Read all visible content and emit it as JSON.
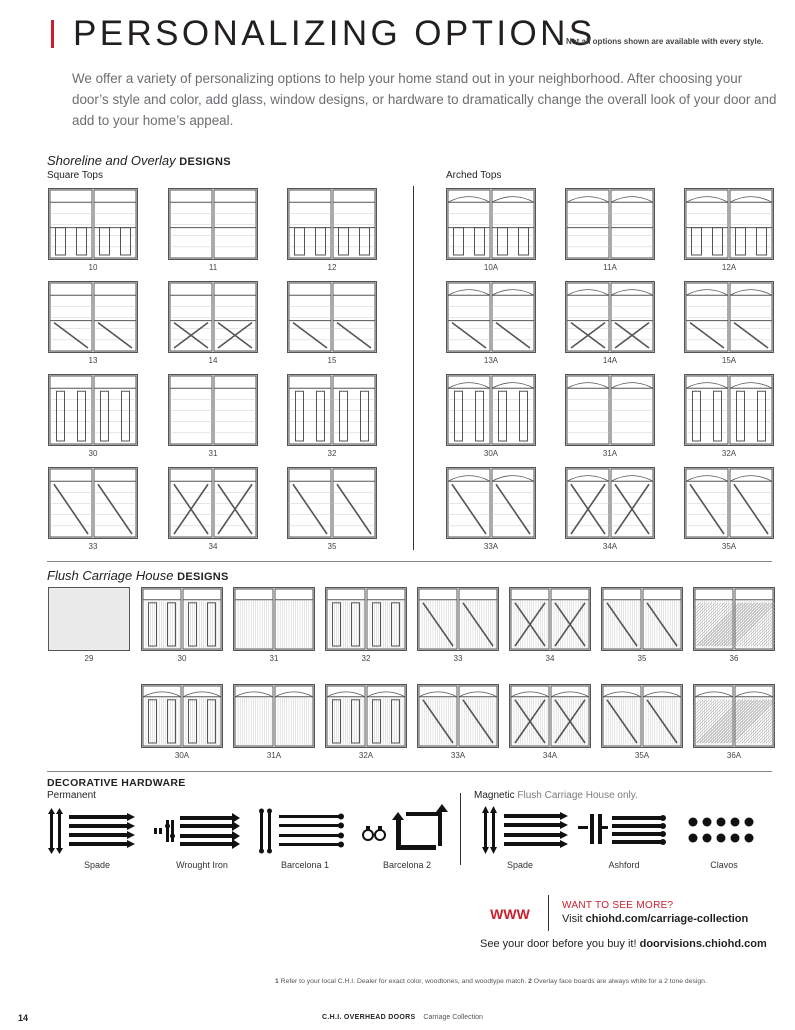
{
  "header": {
    "title": "PERSONALIZING OPTIONS",
    "note": "Not all options shown are available with every style.",
    "intro": "We offer a variety of personalizing options to help your home stand out in your neighborhood. After choosing your door’s style and color, add glass, window designs, or hardware to dramatically change the overall look of your door and add to your home’s appeal."
  },
  "colors": {
    "accent": "#c8202f",
    "text": "#231f20",
    "muted": "#6d6e71"
  },
  "shoreline": {
    "title_italic": "Shoreline and Overlay",
    "title_bold": "DESIGNS",
    "square_label": "Square Tops",
    "arched_label": "Arched Tops",
    "square": [
      {
        "label": "10",
        "style": "rect"
      },
      {
        "label": "11",
        "style": "plain"
      },
      {
        "label": "12",
        "style": "rect"
      },
      {
        "label": "13",
        "style": "diag"
      },
      {
        "label": "14",
        "style": "x"
      },
      {
        "label": "15",
        "style": "diag"
      },
      {
        "label": "30",
        "style": "tall"
      },
      {
        "label": "31",
        "style": "plain2"
      },
      {
        "label": "32",
        "style": "tall"
      },
      {
        "label": "33",
        "style": "diagtall"
      },
      {
        "label": "34",
        "style": "xtall"
      },
      {
        "label": "35",
        "style": "diagtall"
      }
    ],
    "arched": [
      {
        "label": "10A",
        "style": "rect"
      },
      {
        "label": "11A",
        "style": "plain"
      },
      {
        "label": "12A",
        "style": "rect"
      },
      {
        "label": "13A",
        "style": "diag"
      },
      {
        "label": "14A",
        "style": "x"
      },
      {
        "label": "15A",
        "style": "diag"
      },
      {
        "label": "30A",
        "style": "tall"
      },
      {
        "label": "31A",
        "style": "plain2"
      },
      {
        "label": "32A",
        "style": "tall"
      },
      {
        "label": "33A",
        "style": "diagtall"
      },
      {
        "label": "34A",
        "style": "xtall"
      },
      {
        "label": "35A",
        "style": "diagtall"
      }
    ]
  },
  "flush": {
    "title_italic": "Flush Carriage House",
    "title_bold": "DESIGNS",
    "row1": [
      {
        "label": "29",
        "style": "flat"
      },
      {
        "label": "30",
        "style": "tall"
      },
      {
        "label": "31",
        "style": "plain2"
      },
      {
        "label": "32",
        "style": "tall"
      },
      {
        "label": "33",
        "style": "diagtall"
      },
      {
        "label": "34",
        "style": "xtall"
      },
      {
        "label": "35",
        "style": "diagtall"
      },
      {
        "label": "36",
        "style": "hatch"
      }
    ],
    "row2": [
      {
        "label": "30A",
        "style": "tall"
      },
      {
        "label": "31A",
        "style": "plain2"
      },
      {
        "label": "32A",
        "style": "tall"
      },
      {
        "label": "33A",
        "style": "diagtall"
      },
      {
        "label": "34A",
        "style": "xtall"
      },
      {
        "label": "35A",
        "style": "diagtall"
      },
      {
        "label": "36A",
        "style": "hatch"
      }
    ]
  },
  "hardware": {
    "title": "DECORATIVE HARDWARE",
    "permanent_label": "Permanent",
    "magnetic_label": "Magnetic",
    "magnetic_note": "Flush Carriage House only.",
    "permanent": [
      {
        "label": "Spade",
        "icon": "spade-hardware-icon"
      },
      {
        "label": "Wrought Iron",
        "icon": "wrought-iron-hardware-icon"
      },
      {
        "label": "Barcelona 1",
        "icon": "barcelona-1-hardware-icon"
      },
      {
        "label": "Barcelona 2",
        "icon": "barcelona-2-hardware-icon"
      }
    ],
    "magnetic": [
      {
        "label": "Spade",
        "icon": "spade-hardware-icon"
      },
      {
        "label": "Ashford",
        "icon": "ashford-hardware-icon"
      },
      {
        "label": "Clavos",
        "icon": "clavos-hardware-icon"
      }
    ]
  },
  "cta": {
    "logo": "WWW",
    "want_more": "WANT TO SEE MORE?",
    "visit_prefix": "Visit ",
    "visit_url": "chiohd.com/carriage-collection",
    "see_prefix": "See your door before you buy it! ",
    "see_url": "doorvisions.chiohd.com"
  },
  "footer": {
    "note_1_num": "1",
    "note_1": " Refer to your local C.H.I. Dealer for exact color, woodtones, and woodtype match. ",
    "note_2_num": "2",
    "note_2": " Overlay face boards are always white for a 2 tone design.",
    "page_number": "14",
    "brand": "C.H.I. OVERHEAD DOORS",
    "collection": "Carriage Collection"
  }
}
